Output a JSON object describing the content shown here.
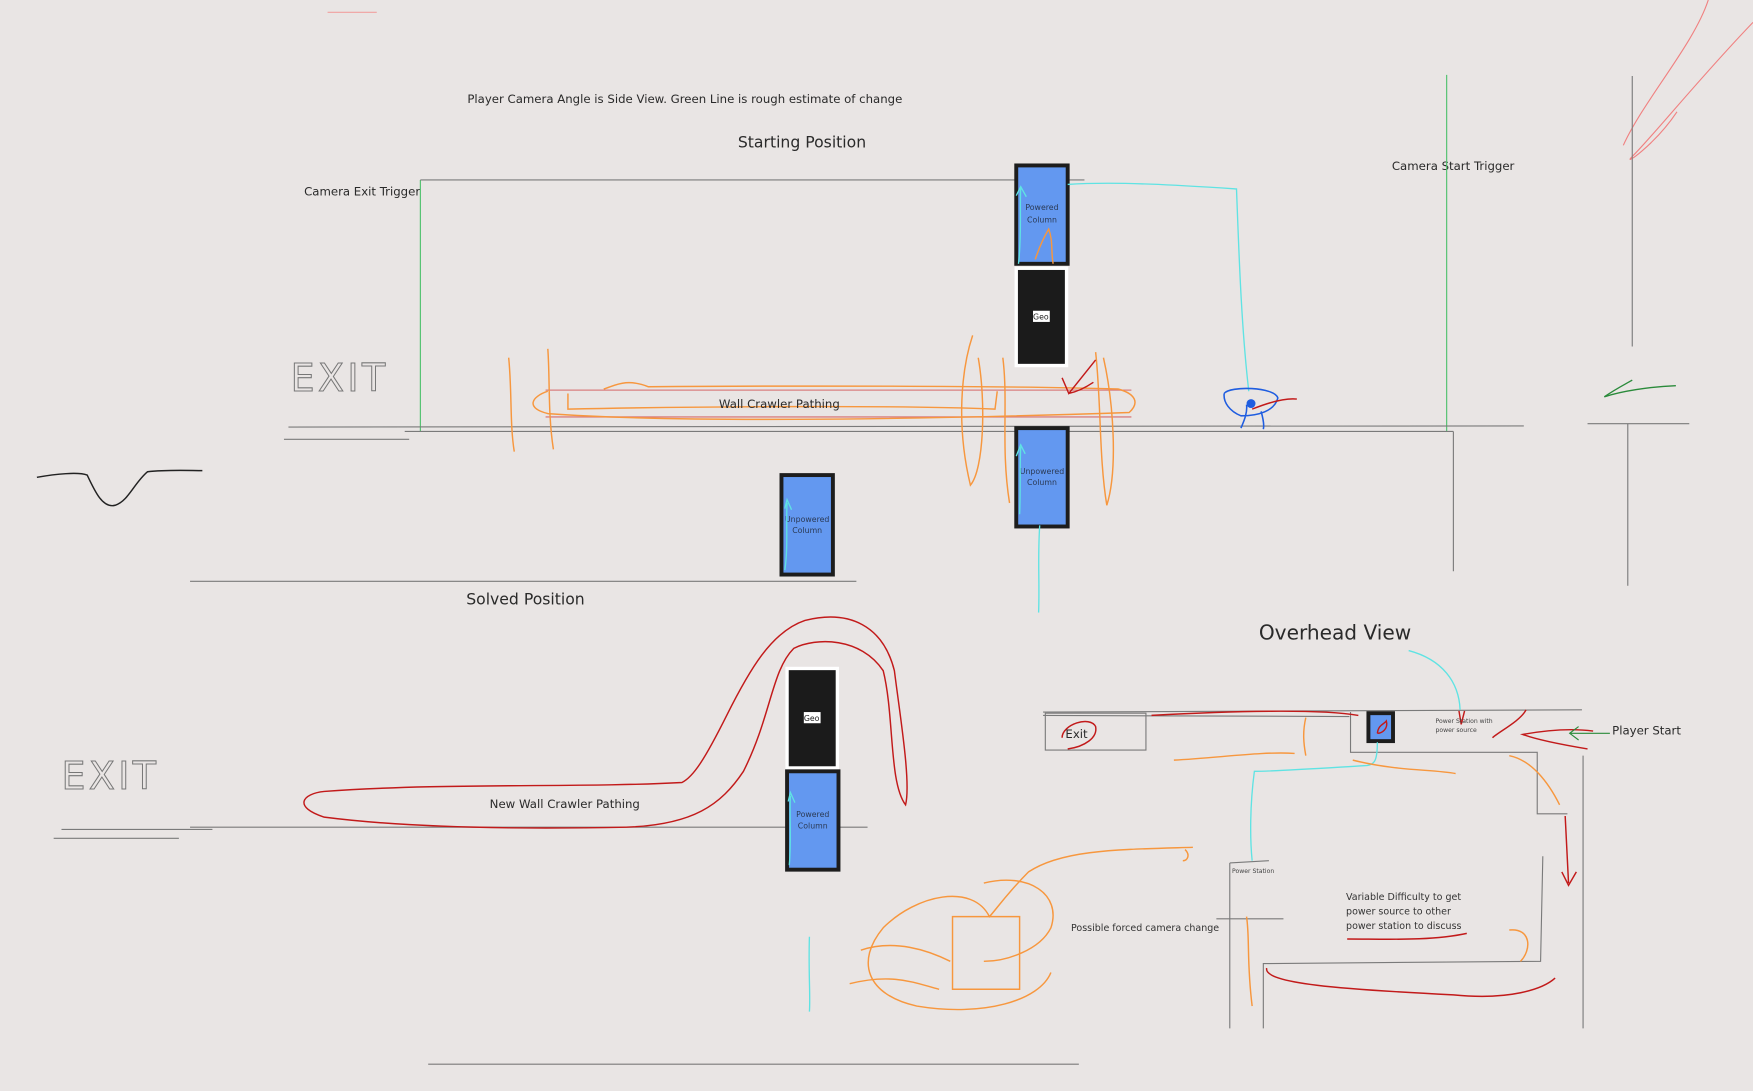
{
  "notes": {
    "header_note": "Player Camera Angle is Side View. Green Line is rough estimate of change",
    "starting_position": "Starting Position",
    "camera_exit_trigger": "Camera Exit Trigger",
    "camera_start_trigger": "Camera Start Trigger",
    "wall_crawler_pathing": "Wall Crawler Pathing",
    "solved_position": "Solved Position",
    "new_wall_crawler_pathing": "New Wall Crawler Pathing",
    "overhead_view": "Overhead View",
    "exit_overhead": "Exit",
    "player_start": "Player Start",
    "power_station_with_source_line1": "Power Station with",
    "power_station_with_source_line2": "power source",
    "power_station": "Power Station",
    "possible_forced_camera_change": "Possible forced camera change",
    "variable_difficulty_line1": "Variable Difficulty to get",
    "variable_difficulty_line2": "power source to other",
    "variable_difficulty_line3": "power station to discuss",
    "exit_handwritten_top": "EXIT",
    "exit_handwritten_bottom": "EXIT"
  },
  "blocks": {
    "top_powered_line1": "Powered",
    "top_powered_line2": "Column",
    "top_geo": "Geo",
    "top_unpowered_line1": "Unpowered",
    "top_unpowered_line2": "Column",
    "mid_unpowered_line1": "Unpowered",
    "mid_unpowered_line2": "Column",
    "solved_geo": "Geo",
    "solved_powered_line1": "Powered",
    "solved_powered_line2": "Column"
  },
  "colors": {
    "background": "#e9e5e4",
    "column_blue": "#6398f0",
    "pathing_orange": "#f7973e",
    "pathing_red": "#c21a1a",
    "camera_green": "#4cc06a",
    "cyan": "#5fe3e3"
  }
}
